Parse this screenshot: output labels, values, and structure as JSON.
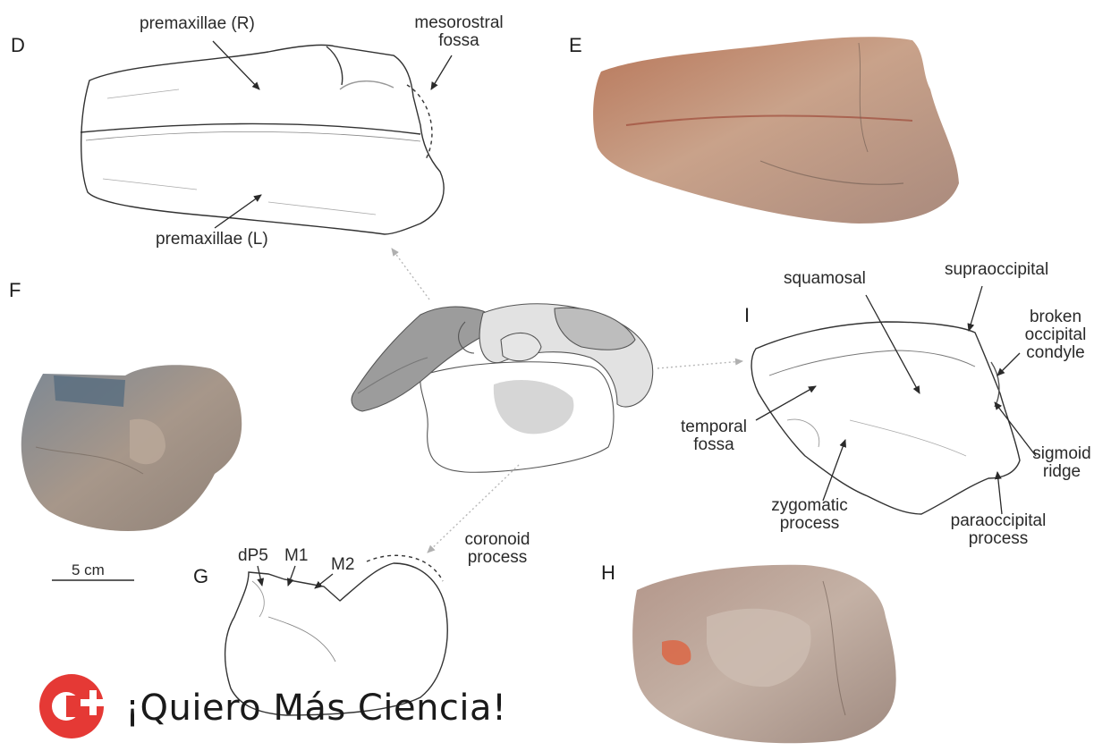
{
  "panels": {
    "D": "D",
    "E": "E",
    "F": "F",
    "G": "G",
    "H": "H",
    "I": "I"
  },
  "labels": {
    "premaxillae_r": "premaxillae (R)",
    "mesorostral_fossa": "mesorostral\nfossa",
    "premaxillae_l": "premaxillae (L)",
    "squamosal": "squamosal",
    "supraoccipital": "supraoccipital",
    "broken_occipital_condyle": "broken\noccipital\ncondyle",
    "temporal_fossa": "temporal\nfossa",
    "sigmoid_ridge": "sigmoid\nridge",
    "zygomatic_process": "zygomatic\nprocess",
    "paraoccipital_process": "paraoccipital\nprocess",
    "coronoid_process": "coronoid\nprocess",
    "dp5": "dP5",
    "m1": "M1",
    "m2": "M2",
    "scale_bar": "5 cm"
  },
  "watermark": {
    "text": "¡Quiero Más Ciencia!",
    "logo_color": "#e53935"
  }
}
